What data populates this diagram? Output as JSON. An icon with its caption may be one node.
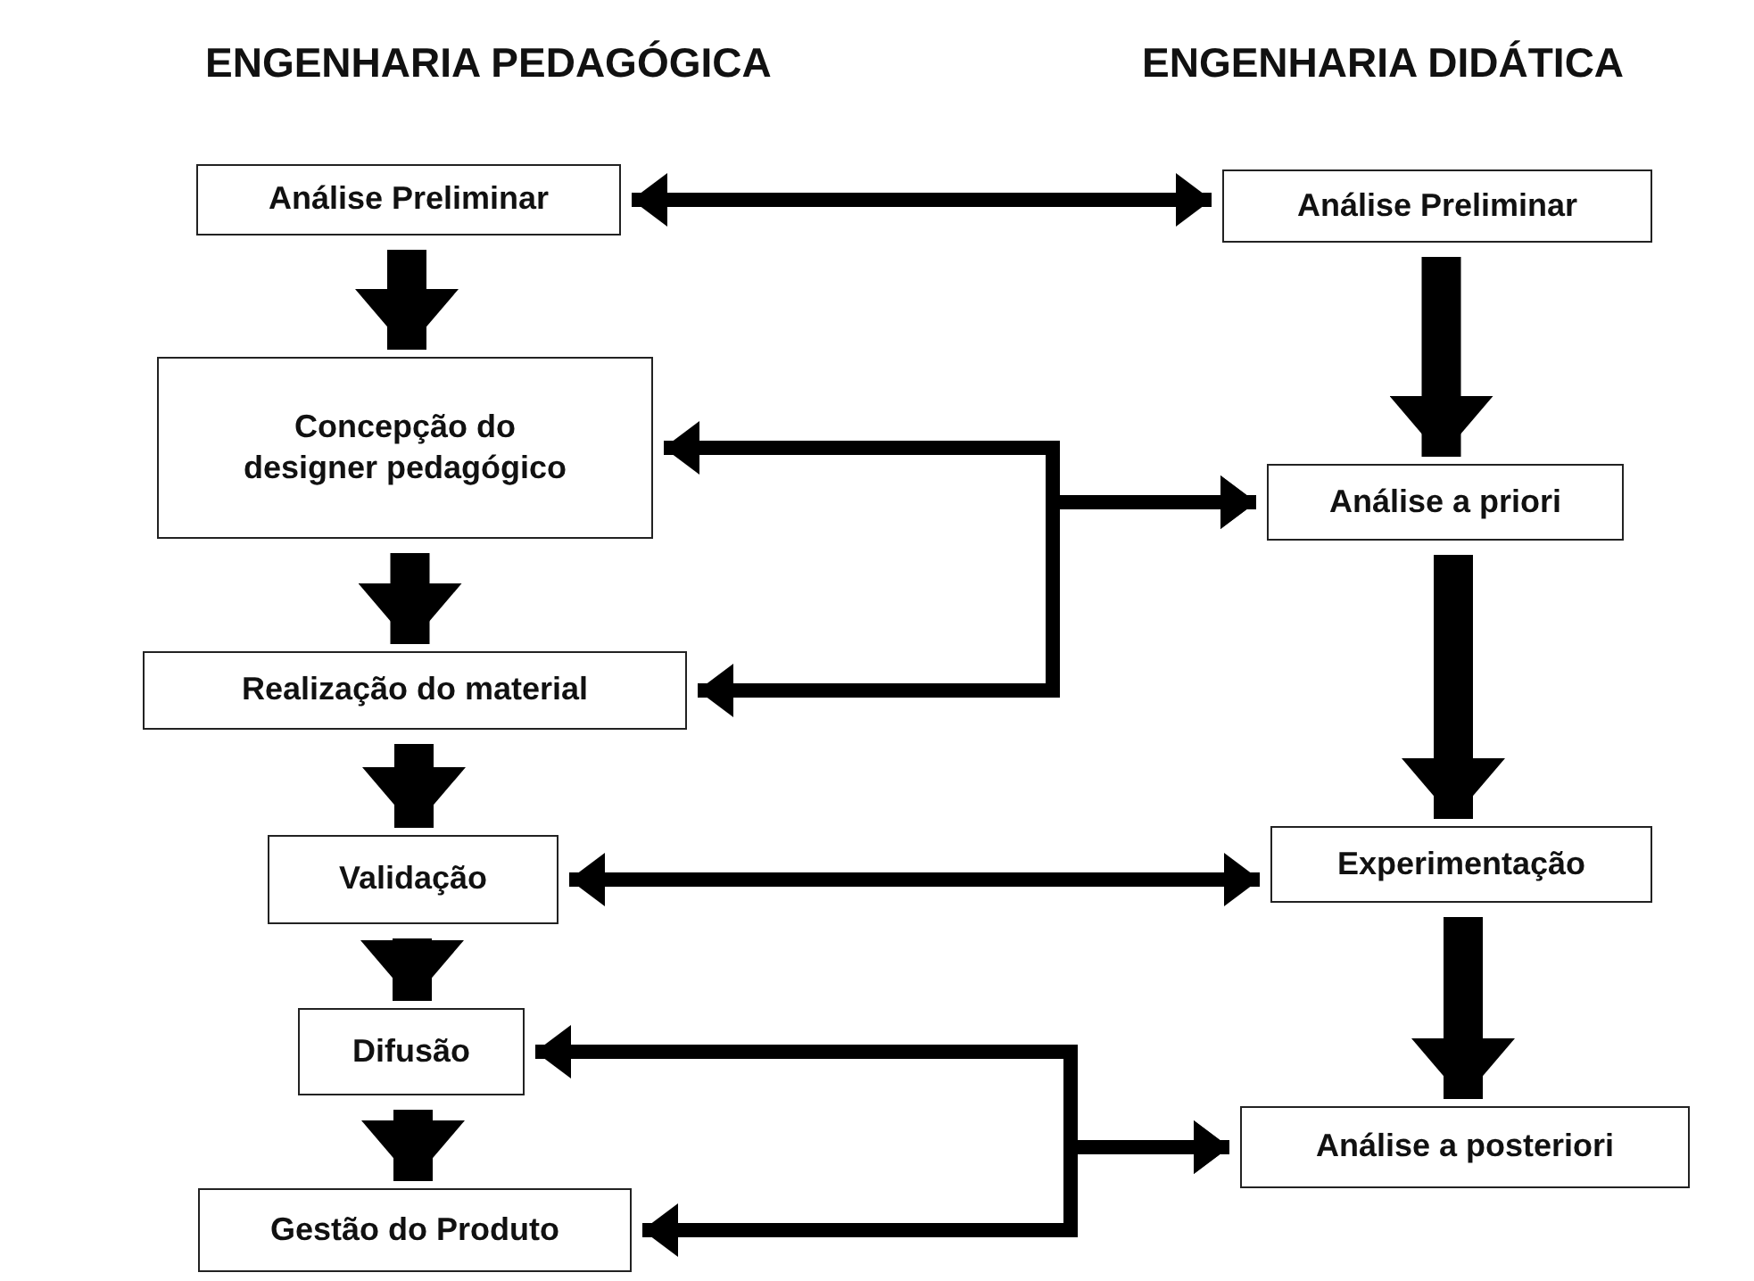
{
  "diagram": {
    "nodes": [
      {
        "text": [
          "Análise Preliminar"
        ]
      },
      {
        "text": [
          "Concepção do designer pedagógico"
        ]
      },
      {
        "text": [
          "Realização do material"
        ]
      },
      {
        "text": [
          "Validação"
        ]
      },
      {
        "text": [
          "Difusão"
        ]
      },
      {
        "text": [
          "Gestão do Produto"
        ]
      },
      {
        "text": [
          "Análise Preliminar"
        ]
      },
      {
        "text": [
          "Análise a priori"
        ]
      },
      {
        "text": [
          "Experimentação"
        ]
      },
      {
        "text": [
          "Análise a posteriori"
        ]
      }
    ],
    "edges": [
      {
        "from": 0,
        "to": 1,
        "arrow": "to"
      },
      {
        "from": 1,
        "to": 2,
        "arrow": "to"
      },
      {
        "from": 2,
        "to": 3,
        "arrow": "to"
      },
      {
        "from": 3,
        "to": 4,
        "arrow": "to"
      },
      {
        "from": 4,
        "to": 5,
        "arrow": "to"
      },
      {
        "from": 6,
        "to": 7,
        "arrow": "to"
      },
      {
        "from": 7,
        "to": 8,
        "arrow": "to"
      },
      {
        "from": 8,
        "to": 9,
        "arrow": "to"
      },
      {
        "from": 0,
        "to": 6,
        "arrow": "both"
      },
      {
        "from": 3,
        "to": 8,
        "arrow": "both"
      },
      {
        "from": 1,
        "to": 7,
        "arrow": "both"
      },
      {
        "from": 2,
        "to": 7,
        "arrow": "both"
      },
      {
        "from": 4,
        "to": 9,
        "arrow": "both"
      },
      {
        "from": 5,
        "to": 9,
        "arrow": "both"
      }
    ],
    "labels": [
      "ENGENHARIA PEDAGÓGICA",
      "ENGENHARIA DIDÁTICA"
    ]
  }
}
